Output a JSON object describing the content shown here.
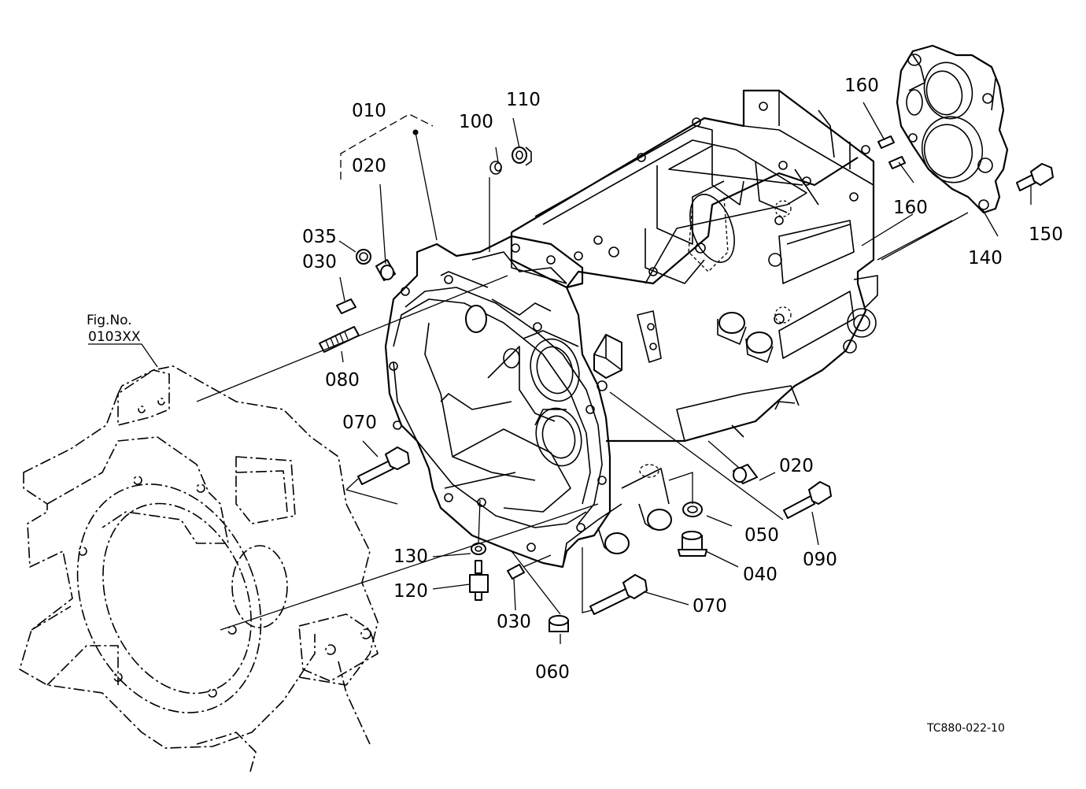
{
  "figure": {
    "reference_title": "Fig.No.",
    "reference_number": "0103XX",
    "drawing_code": "TC880-022-10"
  },
  "callouts": [
    {
      "id": "c010a",
      "text": "010"
    },
    {
      "id": "c020a",
      "text": "020"
    },
    {
      "id": "c100",
      "text": "100"
    },
    {
      "id": "c110",
      "text": "110"
    },
    {
      "id": "c160a",
      "text": "160"
    },
    {
      "id": "c160b",
      "text": "160"
    },
    {
      "id": "c150",
      "text": "150"
    },
    {
      "id": "c140",
      "text": "140"
    },
    {
      "id": "c035",
      "text": "035"
    },
    {
      "id": "c030a",
      "text": "030"
    },
    {
      "id": "c080",
      "text": "080"
    },
    {
      "id": "c070a",
      "text": "070"
    },
    {
      "id": "c020b",
      "text": "020"
    },
    {
      "id": "c050",
      "text": "050"
    },
    {
      "id": "c090",
      "text": "090"
    },
    {
      "id": "c040",
      "text": "040"
    },
    {
      "id": "c130",
      "text": "130"
    },
    {
      "id": "c120",
      "text": "120"
    },
    {
      "id": "c030b",
      "text": "030"
    },
    {
      "id": "c070b",
      "text": "070"
    },
    {
      "id": "c060",
      "text": "060"
    }
  ]
}
